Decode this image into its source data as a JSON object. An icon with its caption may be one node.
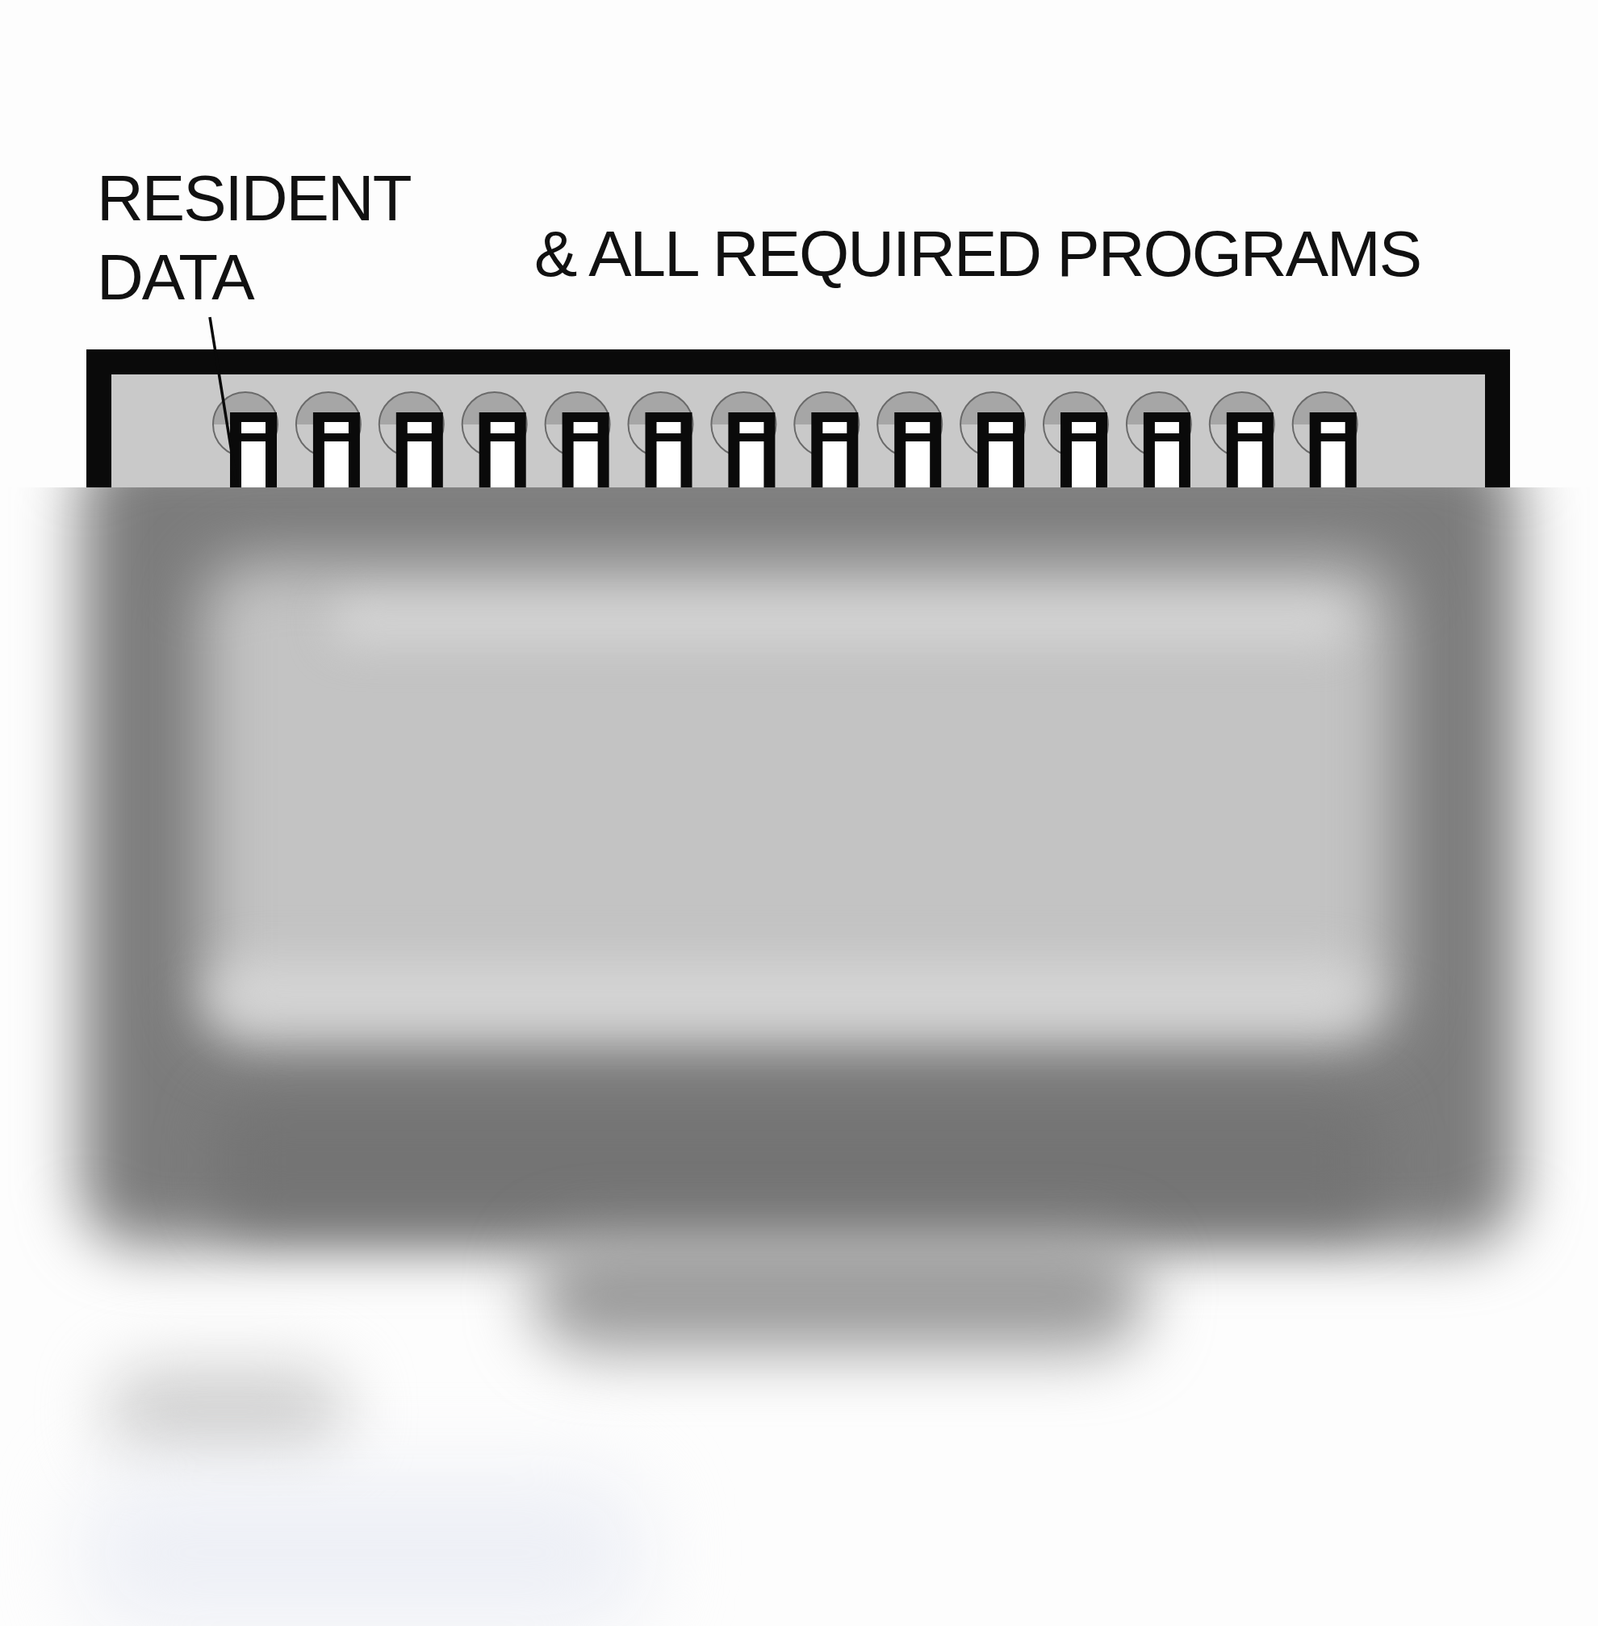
{
  "diagram": {
    "nodes": [
      {
        "text": [
          "RESIDENT DATA"
        ]
      },
      {
        "text": [],
        "shape": "box"
      }
    ],
    "edges": [
      {
        "from": 0,
        "to": 1,
        "arrow": "none"
      }
    ],
    "labels": [
      "& ALL REQUIRED PROGRAMS"
    ]
  }
}
